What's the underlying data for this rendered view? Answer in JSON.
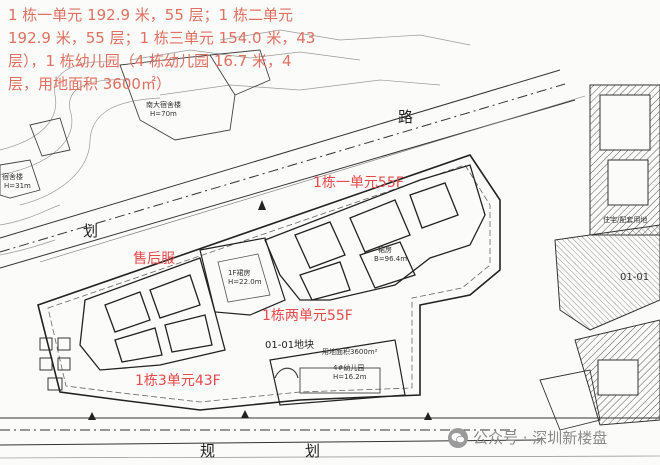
{
  "caption": {
    "lines": [
      "1 栋一单元 192.9 米，55 层；1 栋二单元",
      "192.9 米，55 层；1 栋三单元 154.0 米，43",
      "层），1 栋幼儿园（4 栋幼儿园 16.7 米，4",
      "层，用地面积 3600㎡）"
    ]
  },
  "map_labels": {
    "unit1": "1栋一单元55F",
    "podium": "售后服",
    "unit2": "1栋两单元55F",
    "unit3": "1栋3单元43F",
    "site_id": "01-01地块"
  },
  "small_labels": {
    "north_building": "南大宿舍楼",
    "north_building_h": "H=70m",
    "west_building": "宿舍楼",
    "west_building_h": "H=31m",
    "kindergarten": "4#幼儿园",
    "kindergarten_h": "H=16.2m",
    "kindergarten_area": "用地面积3600m²",
    "tower_label_a": "裙房",
    "tower_label_b": "B=96.4m",
    "podium_1f": "1F裙房",
    "podium_h": "H=22.0m",
    "east_label": "01-01",
    "east_note": "住宅/配套用地"
  },
  "roads": {
    "north_a": "路",
    "north_b": "划",
    "south_a": "规",
    "south_b": "划"
  },
  "watermark": {
    "text": "公众号 · 深圳新楼盘",
    "icon": "wechat-icon"
  },
  "colors": {
    "caption": "#e07060",
    "labels": "#e8494a",
    "linework": "#2a2a2a",
    "watermark": "#8a8a8a"
  }
}
